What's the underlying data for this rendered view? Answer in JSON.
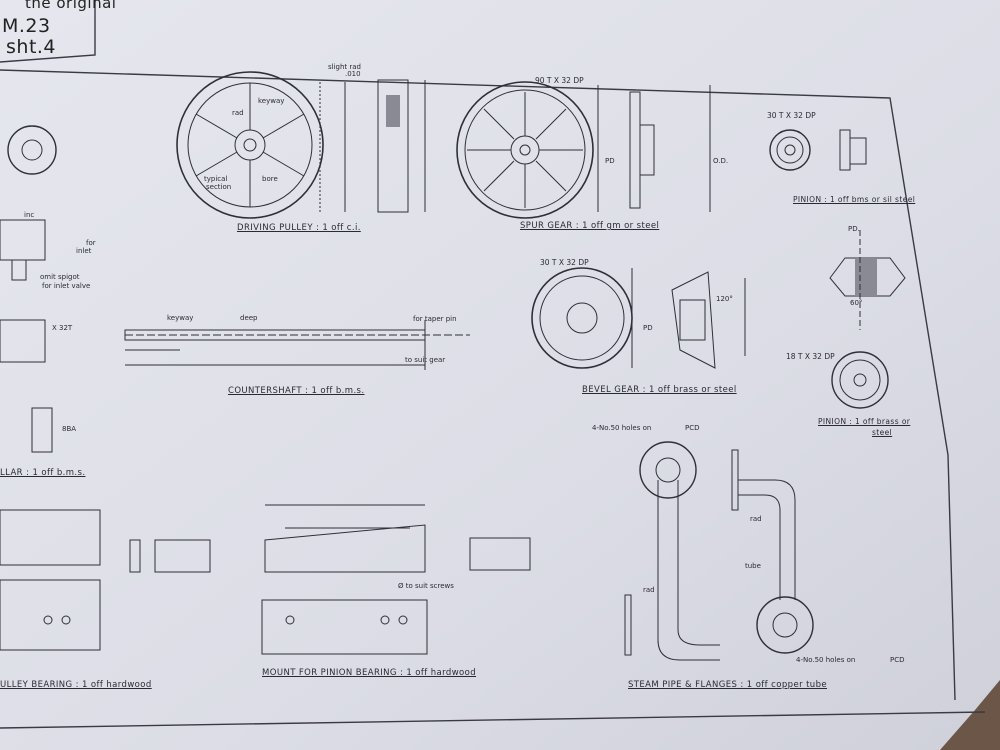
{
  "title_block": {
    "line1": "the original",
    "line2": "M.23",
    "line3": "sht.4"
  },
  "captions": {
    "driving_pulley": "DRIVING PULLEY : 1 off c.i.",
    "spur_gear": "SPUR GEAR : 1 off gm or steel",
    "pinion_top": "PINION : 1 off bms or sil steel",
    "countershaft": "COUNTERSHAFT : 1 off b.m.s.",
    "bevel_gear": "BEVEL GEAR : 1 off brass or steel",
    "pinion_right": "PINION : 1 off brass or",
    "pinion_right_2": "steel",
    "collar": "LLAR : 1 off b.m.s.",
    "pulley_bearing": "ULLEY BEARING : 1 off hardwood",
    "mount_pinion_bearing": "MOUNT FOR PINION BEARING : 1 off hardwood",
    "steam_pipe": "STEAM PIPE & FLANGES : 1 off copper tube"
  },
  "notes": {
    "slight_rad": "slight rad",
    "slight_rad_val": ".010",
    "keyway": "keyway",
    "rad": "rad",
    "typical_section": "typical",
    "typical_section_2": "section",
    "bore": "bore",
    "spur_teeth": "90 T X 32 DP",
    "pd": "PD",
    "od": "O.D.",
    "pinion_teeth_top": "30 T X 32 DP",
    "bevel_teeth": "30 T X 32 DP",
    "pinion_teeth_right": "18 T X 32 DP",
    "pinion_pd": "PD.",
    "angle_120": "120°",
    "angle_60": "60°",
    "countershaft_keyway": "keyway",
    "countershaft_deep": "deep",
    "taper_pin": "for taper pin",
    "suit_gear": "to suit gear",
    "suit_screws": "Ø to suit screws",
    "holes_top": "4-No.50 holes on",
    "holes_bottom": "4-No.50 holes on",
    "pcd": "PCD",
    "tube": "tube",
    "x32t": "X 32T",
    "eight_ba": "8BA",
    "inc": "inc",
    "for_inlet": "for",
    "inlet": "inlet",
    "omit_spigot": "omit spigot",
    "for_inlet_valve": "for inlet valve"
  },
  "colors": {
    "paper": "#dfe0e8",
    "ink": "#2a2a33",
    "background": "#6b5648"
  }
}
